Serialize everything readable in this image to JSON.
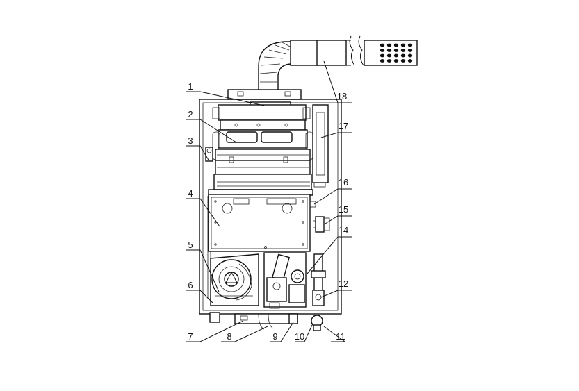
{
  "callouts": [
    {
      "id": "1",
      "label": "1"
    },
    {
      "id": "2",
      "label": "2"
    },
    {
      "id": "3",
      "label": "3"
    },
    {
      "id": "4",
      "label": "4"
    },
    {
      "id": "5",
      "label": "5"
    },
    {
      "id": "6",
      "label": "6"
    },
    {
      "id": "7",
      "label": "7"
    },
    {
      "id": "8",
      "label": "8"
    },
    {
      "id": "9",
      "label": "9"
    },
    {
      "id": "10",
      "label": "10"
    },
    {
      "id": "11",
      "label": "11"
    },
    {
      "id": "12",
      "label": "12"
    },
    {
      "id": "14",
      "label": "14"
    },
    {
      "id": "15",
      "label": "15"
    },
    {
      "id": "16",
      "label": "16"
    },
    {
      "id": "17",
      "label": "17"
    },
    {
      "id": "18",
      "label": "18"
    }
  ]
}
